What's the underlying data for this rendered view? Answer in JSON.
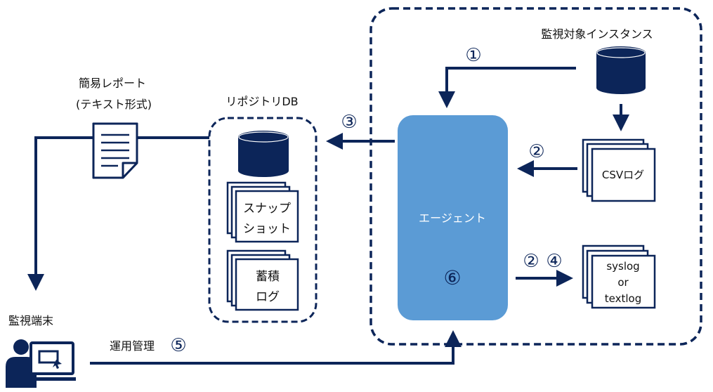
{
  "labels": {
    "monitored_instance": "監視対象インスタンス",
    "simple_report_line1": "簡易レポート",
    "simple_report_line2": "(テキスト形式)",
    "repository_db": "リポジトリDB",
    "snapshot_line1": "スナップ",
    "snapshot_line2": "ショット",
    "accumulated_line1": "蓄積",
    "accumulated_line2": "ログ",
    "agent": "エージェント",
    "csv_log": "CSVログ",
    "syslog_line1": "syslog",
    "syslog_line2": "or",
    "syslog_line3": "textlog",
    "monitoring_terminal": "監視端末",
    "operation_management": "運用管理"
  },
  "steps": {
    "s1": "①",
    "s2a": "②",
    "s2b": "②",
    "s3": "③",
    "s4": "④",
    "s5": "⑤",
    "s6": "⑥"
  },
  "colors": {
    "navy": "#0c2559",
    "agent_blue": "#5b9bd5"
  }
}
